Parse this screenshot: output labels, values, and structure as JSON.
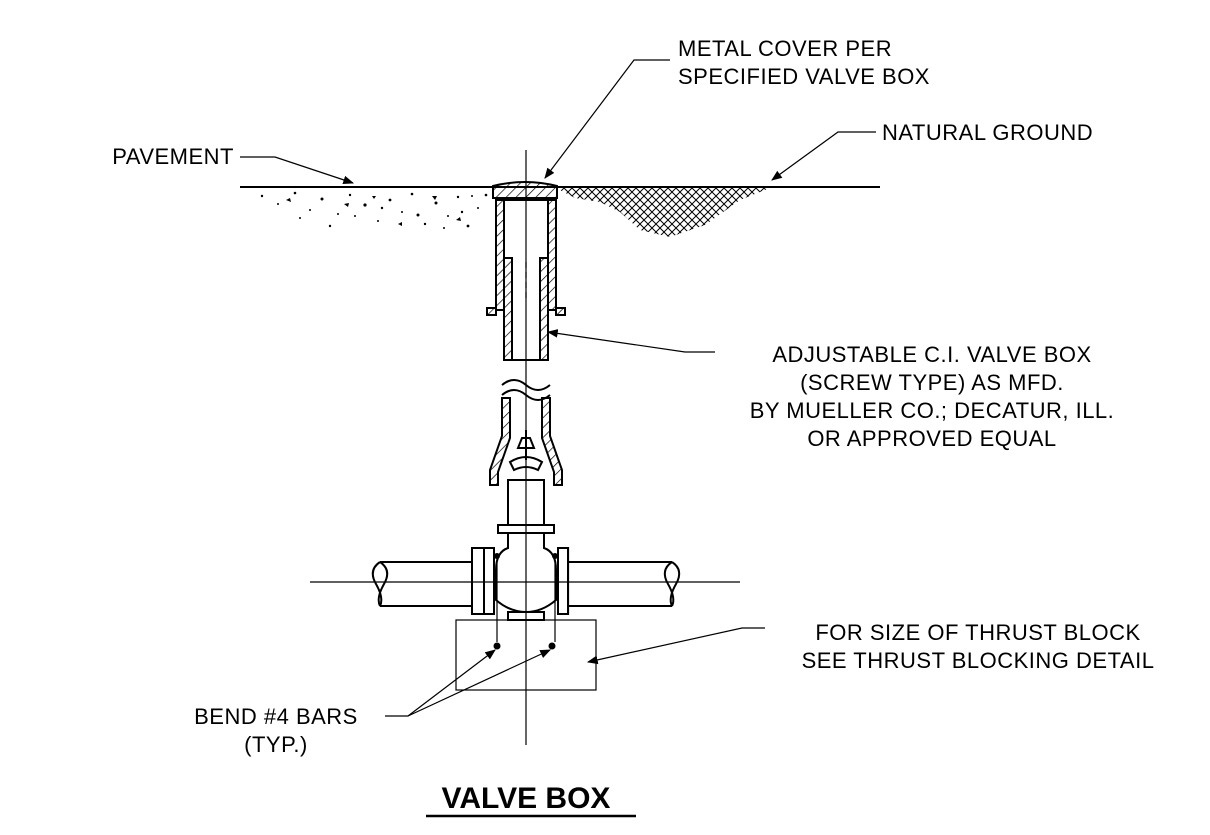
{
  "labels": {
    "metal_cover_line1": "METAL COVER PER",
    "metal_cover_line2": "SPECIFIED VALVE BOX",
    "pavement": "PAVEMENT",
    "natural_ground": "NATURAL GROUND",
    "valve_box_line1": "ADJUSTABLE C.I. VALVE BOX",
    "valve_box_line2": "(SCREW TYPE) AS MFD.",
    "valve_box_line3": "BY MUELLER CO.; DECATUR, ILL.",
    "valve_box_line4": "OR APPROVED EQUAL",
    "thrust_line1": "FOR SIZE OF THRUST BLOCK",
    "thrust_line2": "SEE THRUST BLOCKING DETAIL",
    "bars_line1": "BEND #4 BARS",
    "bars_line2": "(TYP.)"
  },
  "title": "VALVE BOX"
}
